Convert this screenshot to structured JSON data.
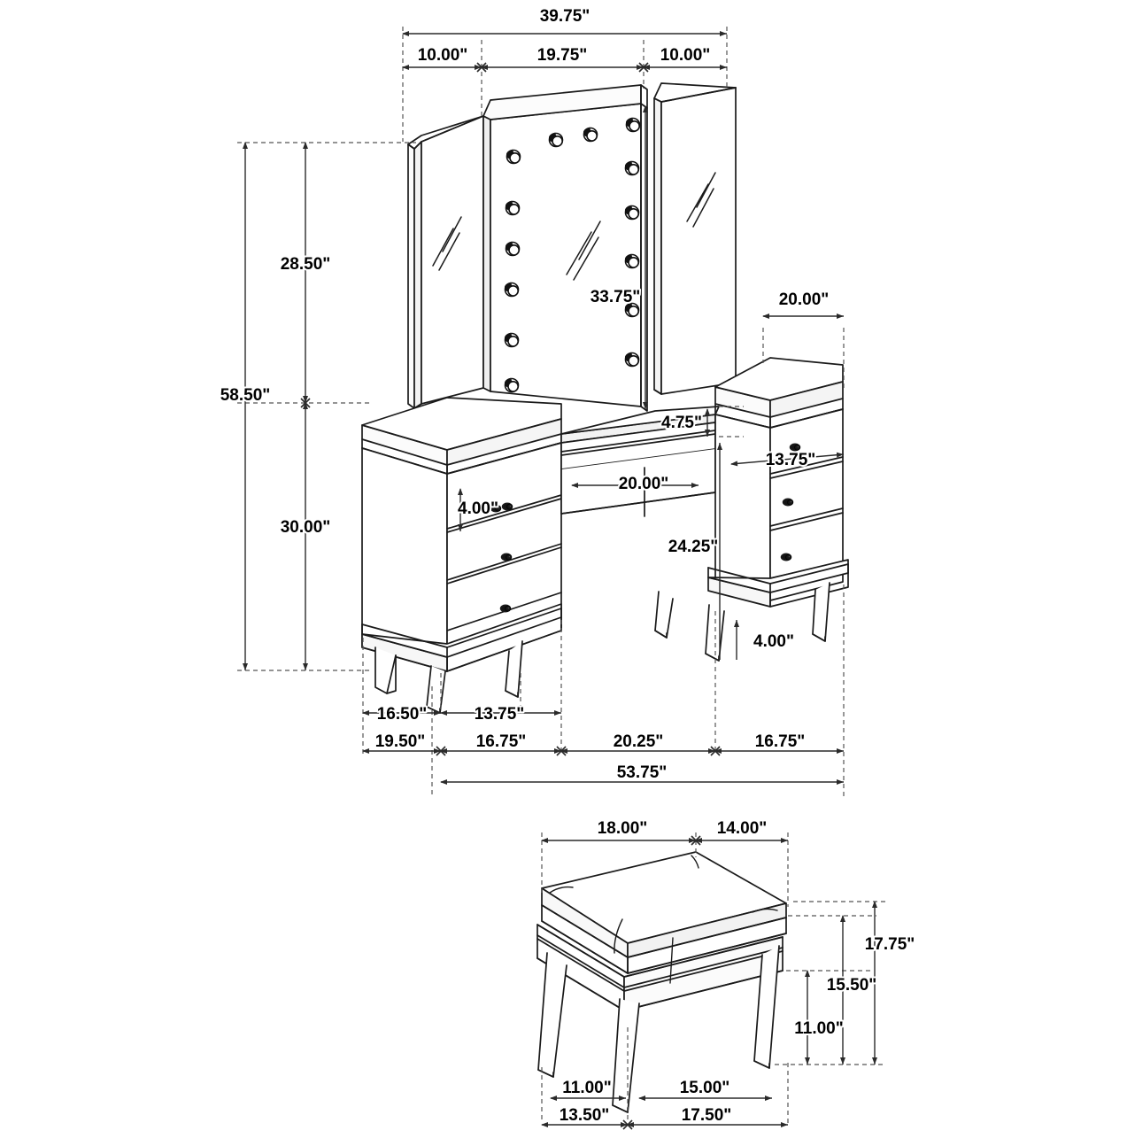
{
  "drawing": {
    "title": "Vanity Set Dimension Drawing",
    "unit": "inches",
    "line_color": "#1a1a1a",
    "dim_color": "#333333",
    "hidden_color": "#555555",
    "bulb_color": "#101010",
    "knob_color": "#111111"
  },
  "vanity": {
    "name": "vanity-desk-with-lighted-mirror",
    "dimensions": {
      "mirror_total_width": "39.75\"",
      "mirror_left_wing_width": "10.00\"",
      "mirror_center_width": "19.75\"",
      "mirror_right_wing_width": "10.00\"",
      "mirror_center_height": "33.75\"",
      "overall_height": "58.50\"",
      "mirror_height_above_top": "28.50\"",
      "cabinet_height": "30.00\"",
      "desk_knee_clearance": "4.75\"",
      "center_drawer_width": "20.00\"",
      "left_drawer_height": "4.00\"",
      "right_cabinet_depth": "20.00\"",
      "right_drawer_width": "13.75\"",
      "right_cabinet_body_height": "24.25\"",
      "right_leg_height": "4.00\"",
      "left_leg_span": "16.50\"",
      "left_top_span": "13.75\"",
      "left_base_span": "19.50\"",
      "left_cabinet_span": "16.75\"",
      "center_span": "20.25\"",
      "right_cabinet_span": "16.75\"",
      "overall_width": "53.75\""
    }
  },
  "stool": {
    "name": "vanity-stool",
    "dimensions": {
      "top_width": "18.00\"",
      "top_depth": "14.00\"",
      "overall_height": "17.75\"",
      "seat_height": "15.50\"",
      "apron_height": "11.00\"",
      "leg_span_left": "11.00\"",
      "leg_span_right": "15.00\"",
      "base_span_left": "13.50\"",
      "base_span_right": "17.50\""
    }
  },
  "labels": {
    "d_39_75": "39.75\"",
    "d_10_00_a": "10.00\"",
    "d_19_75": "19.75\"",
    "d_10_00_b": "10.00\"",
    "d_28_50": "28.50\"",
    "d_58_50": "58.50\"",
    "d_30_00": "30.00\"",
    "d_33_75": "33.75\"",
    "d_4_75": "4.75\"",
    "d_20_00_top": "20.00\"",
    "d_13_75_right": "13.75\"",
    "d_4_00_left": "4.00\"",
    "d_20_00_center": "20.00\"",
    "d_24_25": "24.25\"",
    "d_4_00_right": "4.00\"",
    "d_16_50": "16.50\"",
    "d_13_75_bottom": "13.75\"",
    "d_19_50": "19.50\"",
    "d_16_75_left": "16.75\"",
    "d_20_25": "20.25\"",
    "d_16_75_right": "16.75\"",
    "d_53_75": "53.75\"",
    "s_18_00": "18.00\"",
    "s_14_00": "14.00\"",
    "s_17_75": "17.75\"",
    "s_15_50": "15.50\"",
    "s_11_00_v": "11.00\"",
    "s_11_00_h": "11.00\"",
    "s_15_00": "15.00\"",
    "s_13_50": "13.50\"",
    "s_17_50": "17.50\""
  }
}
